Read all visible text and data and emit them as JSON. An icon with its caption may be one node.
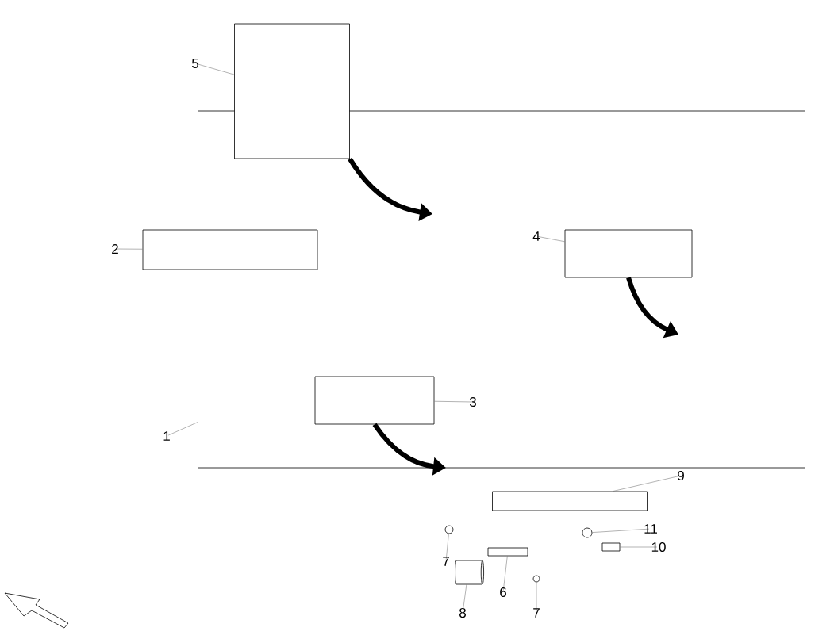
{
  "diagram": {
    "nodes": [
      {
        "text": [
          "1"
        ]
      },
      {
        "text": [
          "2"
        ]
      },
      {
        "text": [
          "3"
        ],
        "in": 12
      },
      {
        "text": [
          "4"
        ],
        "in": 12
      },
      {
        "text": [
          "5"
        ]
      },
      {
        "text": [
          "6"
        ]
      },
      {
        "text": [
          "7"
        ]
      },
      {
        "text": [
          "7"
        ]
      },
      {
        "text": [
          "8"
        ]
      },
      {
        "text": [
          "9"
        ]
      },
      {
        "text": [
          "10"
        ]
      },
      {
        "text": [
          "11"
        ]
      },
      {
        "text": [],
        "shape": "box"
      },
      {
        "text": [],
        "shape": "box"
      },
      {
        "text": [],
        "shape": "box",
        "in": 12
      },
      {
        "text": [],
        "shape": "box",
        "in": 12
      },
      {
        "text": [],
        "shape": "box"
      },
      {
        "text": [],
        "shape": "box"
      },
      {
        "text": [],
        "shape": "circle"
      },
      {
        "text": [],
        "shape": "circle"
      },
      {
        "text": [],
        "shape": "cylinder"
      },
      {
        "text": [],
        "shape": "bar"
      },
      {
        "text": [],
        "shape": "box"
      },
      {
        "text": [],
        "shape": "circle"
      }
    ],
    "edges": [
      {
        "from": 0,
        "to": 12,
        "arrow": "none"
      },
      {
        "from": 1,
        "to": 13,
        "arrow": "none"
      },
      {
        "from": 2,
        "to": 14,
        "arrow": "none"
      },
      {
        "from": 3,
        "to": 15,
        "arrow": "none"
      },
      {
        "from": 4,
        "to": 16,
        "arrow": "none"
      },
      {
        "from": 5,
        "to": 17,
        "arrow": "none"
      },
      {
        "from": 6,
        "to": 18,
        "arrow": "none"
      },
      {
        "from": 7,
        "to": 19,
        "arrow": "none"
      },
      {
        "from": 8,
        "to": 20,
        "arrow": "none"
      },
      {
        "from": 9,
        "to": 21,
        "arrow": "none"
      },
      {
        "from": 10,
        "to": 22,
        "arrow": "none"
      },
      {
        "from": 11,
        "to": 23,
        "arrow": "none"
      },
      {
        "from": 16,
        "to": null,
        "arrow": "to",
        "style": "thick",
        "color": "#000000"
      },
      {
        "from": 15,
        "to": null,
        "arrow": "to",
        "style": "thick",
        "color": "#000000"
      },
      {
        "from": 14,
        "to": null,
        "arrow": "to",
        "style": "thick",
        "color": "#000000"
      }
    ]
  }
}
